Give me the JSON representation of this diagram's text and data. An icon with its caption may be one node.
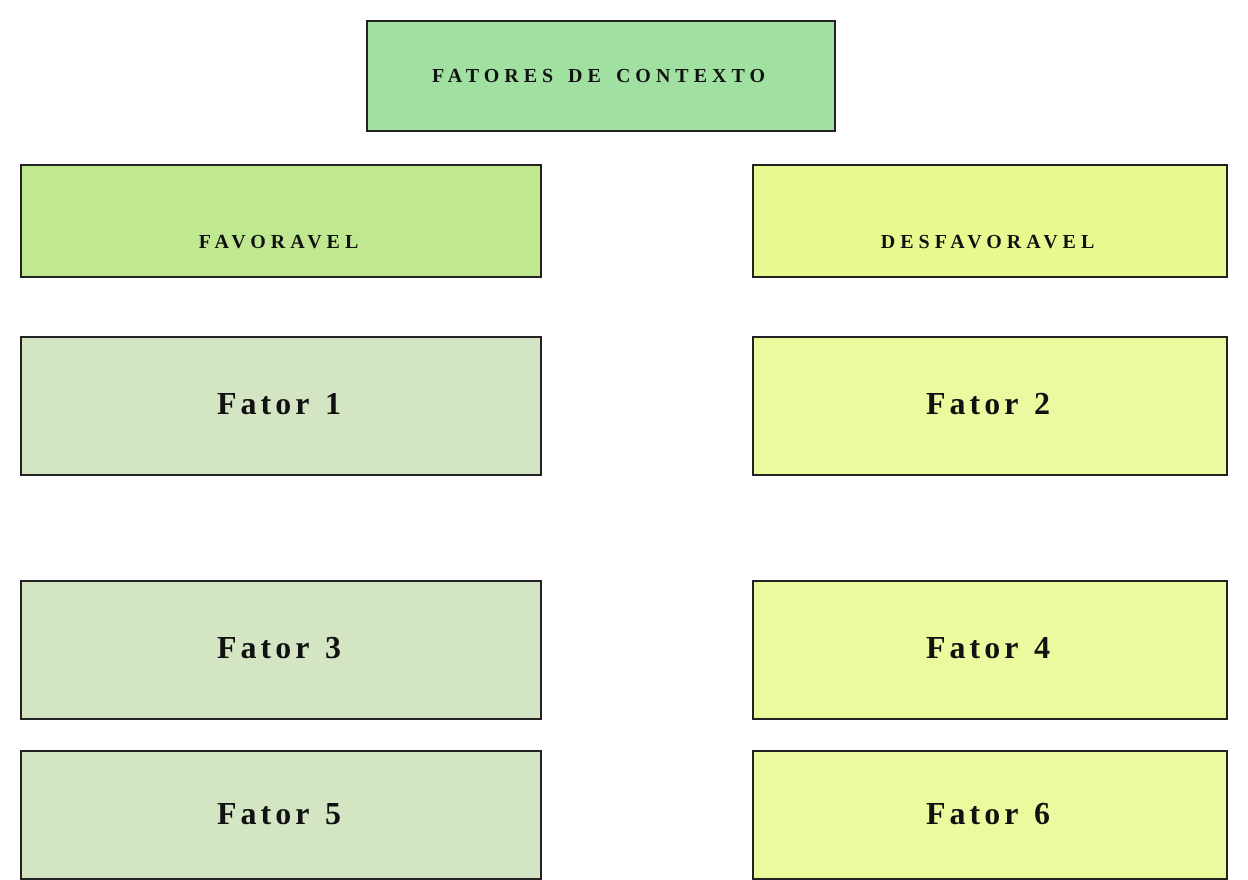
{
  "diagram": {
    "nodes": [
      {
        "text": [
          "FATORES DE CONTEXTO"
        ]
      },
      {
        "text": [
          "FAVORAVEL"
        ]
      },
      {
        "text": [
          "DESFAVORAVEL"
        ]
      },
      {
        "text": [
          "Fator 1"
        ]
      },
      {
        "text": [
          "Fator 2"
        ]
      },
      {
        "text": [
          "Fator 3"
        ]
      },
      {
        "text": [
          "Fator 4"
        ]
      },
      {
        "text": [
          "Fator 5"
        ]
      },
      {
        "text": [
          "Fator 6"
        ]
      }
    ]
  }
}
